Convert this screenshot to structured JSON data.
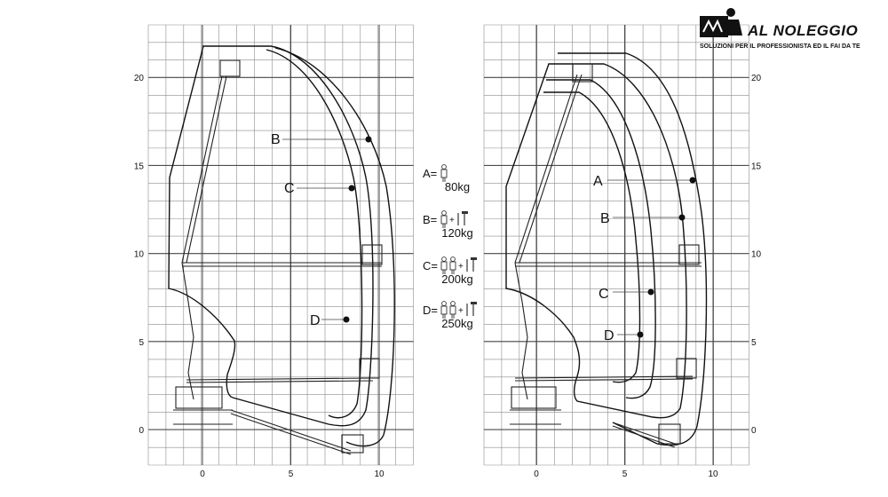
{
  "logo": {
    "brand": "AL NOLEGGIO",
    "tagline": "SOLUZIONI PER IL PROFESSIONISTA ED IL FAI DA TE"
  },
  "left_diagram": {
    "x_ticks": [
      "0",
      "5",
      "10"
    ],
    "y_ticks": [
      "0",
      "5",
      "10",
      "15",
      "20"
    ],
    "curves": [
      {
        "label": "B"
      },
      {
        "label": "C"
      },
      {
        "label": "D"
      }
    ]
  },
  "right_diagram": {
    "x_ticks": [
      "0",
      "5",
      "10"
    ],
    "y_ticks": [
      "0",
      "5",
      "10",
      "15",
      "20"
    ],
    "curves": [
      {
        "label": "A"
      },
      {
        "label": "B"
      },
      {
        "label": "C"
      },
      {
        "label": "D"
      }
    ]
  },
  "legend": [
    {
      "key": "A=",
      "load": "80kg",
      "operators": 1,
      "tools": false
    },
    {
      "key": "B=",
      "load": "120kg",
      "operators": 1,
      "tools": true
    },
    {
      "key": "C=",
      "load": "200kg",
      "operators": 2,
      "tools": true
    },
    {
      "key": "D=",
      "load": "250kg",
      "operators": 2,
      "tools": true
    }
  ],
  "colors": {
    "ink": "#111111",
    "grid": "#8c8c8c",
    "grid_major": "#444444"
  }
}
